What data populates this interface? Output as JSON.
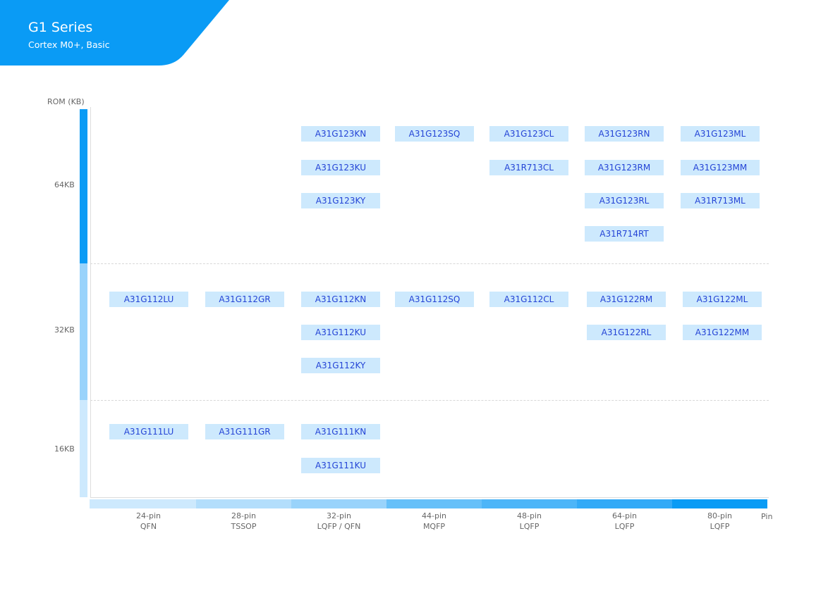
{
  "header": {
    "title": "G1 Series",
    "subtitle": "Cortex M0+, Basic",
    "color": "#0a9bf5"
  },
  "y_axis": {
    "label": "ROM (KB)",
    "levels": [
      "64KB",
      "32KB",
      "16KB"
    ],
    "colors": [
      "#0a9bf5",
      "#99d3fb",
      "#cde9fd"
    ]
  },
  "x_axis": {
    "label": "Pin",
    "packages": [
      {
        "pins": "24-pin",
        "pkg": "QFN",
        "color": "#cde9fd"
      },
      {
        "pins": "28-pin",
        "pkg": "TSSOP",
        "color": "#b3defc"
      },
      {
        "pins": "32-pin",
        "pkg": "LQFP / QFN",
        "color": "#99d3fb"
      },
      {
        "pins": "44-pin",
        "pkg": "MQFP",
        "color": "#66c0f9"
      },
      {
        "pins": "48-pin",
        "pkg": "LQFP",
        "color": "#4db5f8"
      },
      {
        "pins": "64-pin",
        "pkg": "LQFP",
        "color": "#33aaf7"
      },
      {
        "pins": "80-pin",
        "pkg": "LQFP",
        "color": "#0a9bf5"
      }
    ]
  },
  "parts": [
    {
      "name": "A31G123KN",
      "col": 2,
      "row": 0
    },
    {
      "name": "A31G123KU",
      "col": 2,
      "row": 1
    },
    {
      "name": "A31G123KY",
      "col": 2,
      "row": 2
    },
    {
      "name": "A31G123SQ",
      "col": 3,
      "row": 0
    },
    {
      "name": "A31G123CL",
      "col": 4,
      "row": 0
    },
    {
      "name": "A31R713CL",
      "col": 4,
      "row": 1
    },
    {
      "name": "A31G123RN",
      "col": 5,
      "row": 0
    },
    {
      "name": "A31G123RM",
      "col": 5,
      "row": 1
    },
    {
      "name": "A31G123RL",
      "col": 5,
      "row": 2
    },
    {
      "name": "A31R714RT",
      "col": 5,
      "row": 3
    },
    {
      "name": "A31G123ML",
      "col": 6,
      "row": 0
    },
    {
      "name": "A31G123MM",
      "col": 6,
      "row": 1
    },
    {
      "name": "A31R713ML",
      "col": 6,
      "row": 2
    },
    {
      "name": "A31G112LU",
      "col": 0,
      "row": 4
    },
    {
      "name": "A31G112GR",
      "col": 1,
      "row": 4
    },
    {
      "name": "A31G112KN",
      "col": 2,
      "row": 4
    },
    {
      "name": "A31G112KU",
      "col": 2,
      "row": 5
    },
    {
      "name": "A31G112KY",
      "col": 2,
      "row": 6
    },
    {
      "name": "A31G112SQ",
      "col": 3,
      "row": 4
    },
    {
      "name": "A31G112CL",
      "col": 4,
      "row": 4
    },
    {
      "name": "A31G122RM",
      "col": 5,
      "row": 4
    },
    {
      "name": "A31G122RL",
      "col": 5,
      "row": 5
    },
    {
      "name": "A31G122ML",
      "col": 6,
      "row": 4
    },
    {
      "name": "A31G122MM",
      "col": 6,
      "row": 5
    },
    {
      "name": "A31G111LU",
      "col": 0,
      "row": 7
    },
    {
      "name": "A31G111GR",
      "col": 1,
      "row": 7
    },
    {
      "name": "A31G111KN",
      "col": 2,
      "row": 7
    },
    {
      "name": "A31G111KU",
      "col": 2,
      "row": 8
    }
  ]
}
